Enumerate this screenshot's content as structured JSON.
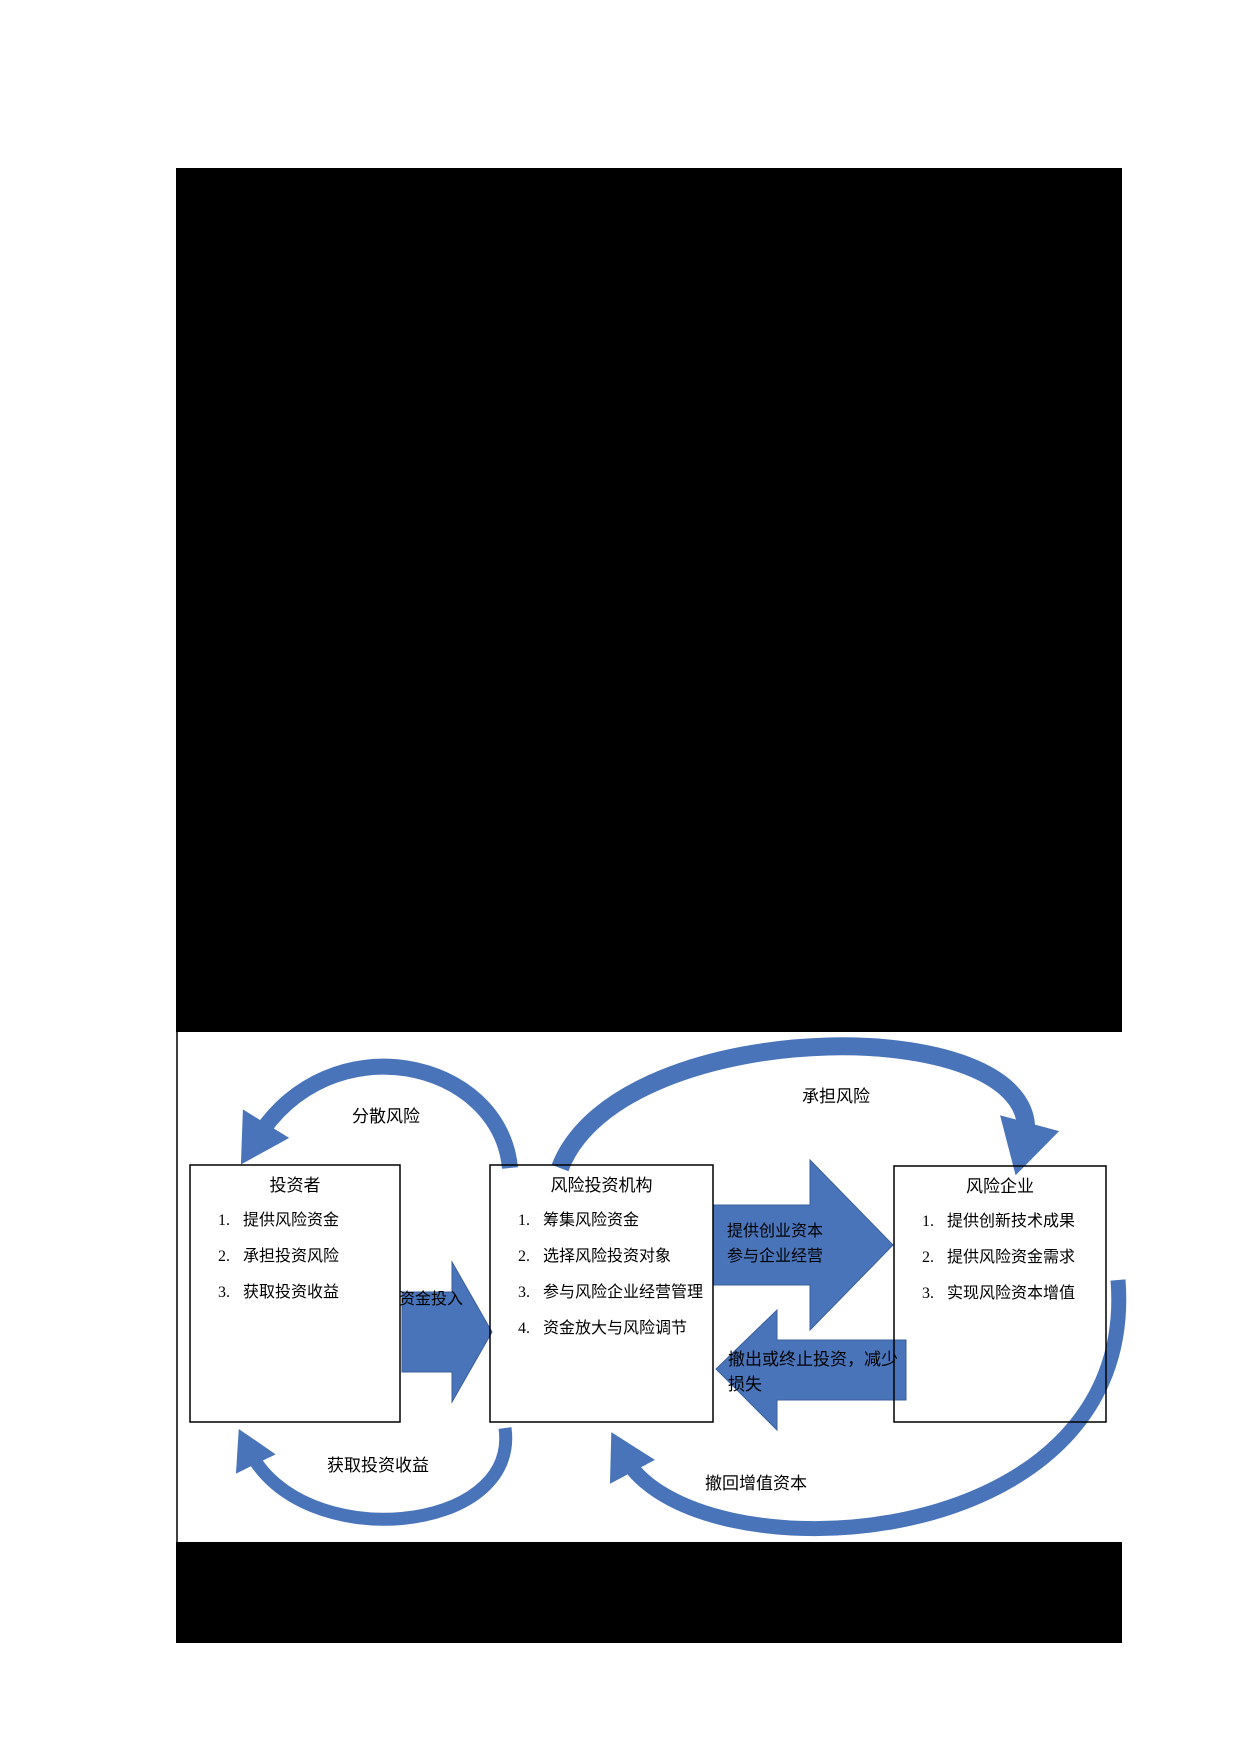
{
  "colors": {
    "arrow_fill": "#4a74ba",
    "arrow_edge": "#3a5f9b",
    "box_border": "#000000",
    "redaction": "#000000",
    "text": "#000000"
  },
  "diagram": {
    "boxes": {
      "investor": {
        "title": "投资者",
        "items": [
          "提供风险资金",
          "承担投资风险",
          "获取投资收益"
        ]
      },
      "vc_firm": {
        "title": "风险投资机构",
        "items": [
          "筹集风险资金",
          "选择风险投资对象",
          "参与风险企业经营管理",
          "资金放大与风险调节"
        ]
      },
      "venture": {
        "title": "风险企业",
        "items": [
          "提供创新技术成果",
          "提供风险资金需求",
          "实现风险资本增值"
        ]
      }
    },
    "labels": {
      "disperse_risk": "分散风险",
      "bear_risk": "承担风险",
      "capital_input": "资金投入",
      "provide_capital_line1": "提供创业资本",
      "provide_capital_line2": "参与企业经营",
      "withdraw_or_stop": "撤出或终止投资，减少损失",
      "gain_return": "获取投资收益",
      "withdraw_value_capital": "撤回增值资本"
    }
  }
}
